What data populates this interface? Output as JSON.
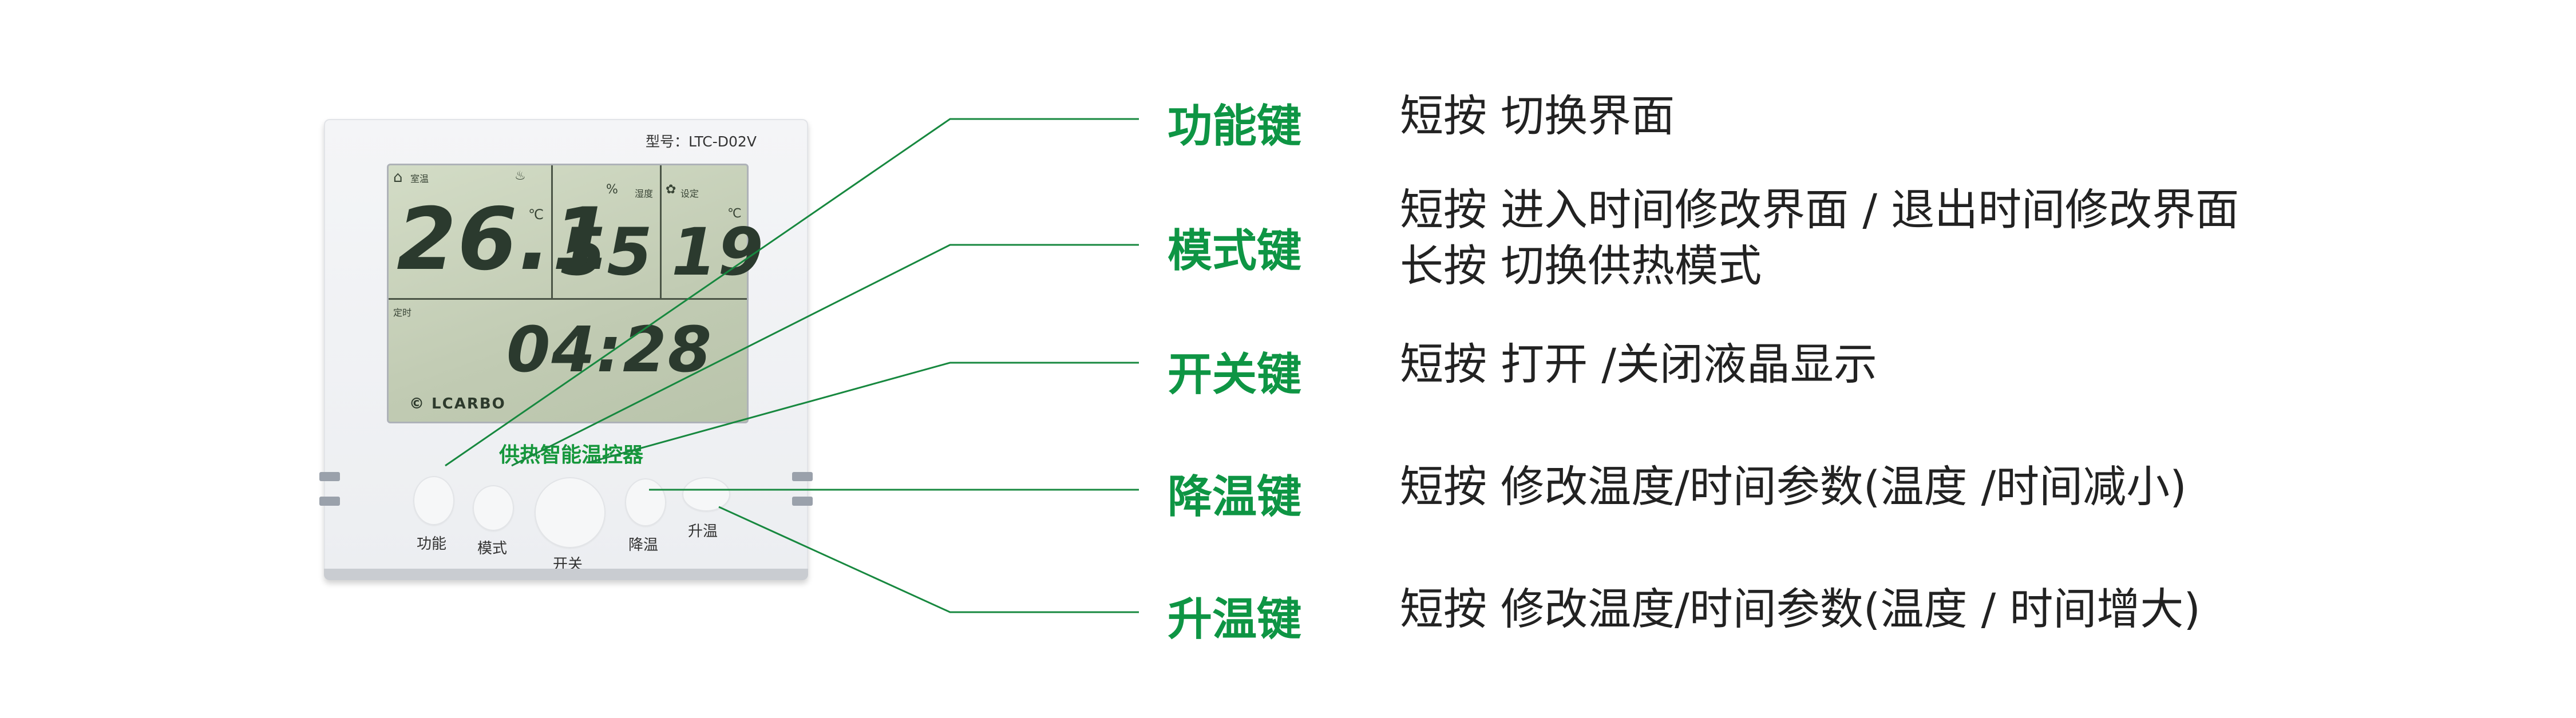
{
  "device": {
    "model": "型号：LTC-D02V",
    "brand": "© LCARBO",
    "product_name": "供热智能温控器",
    "lcd": {
      "room_temp_label": "室温",
      "room_temp": "26.1",
      "temp_unit": "℃",
      "humidity_label": "湿度",
      "humidity": "55",
      "humidity_unit": "%",
      "set_label": "设定",
      "set_temp": "19",
      "time_label": "定时",
      "time": "04:28"
    },
    "buttons": [
      {
        "label": "功能"
      },
      {
        "label": "模式"
      },
      {
        "label": "开关"
      },
      {
        "label": "降温"
      },
      {
        "label": "升温"
      }
    ]
  },
  "keys": [
    {
      "name": "功能键",
      "desc": [
        "短按 切换界面"
      ]
    },
    {
      "name": "模式键",
      "desc": [
        "短按 进入时间修改界面 / 退出时间修改界面",
        "长按 切换供热模式"
      ]
    },
    {
      "name": "开关键",
      "desc": [
        "短按 打开 /关闭液晶显示"
      ]
    },
    {
      "name": "降温键",
      "desc": [
        "短按 修改温度/时间参数(温度 /时间减小)"
      ]
    },
    {
      "name": "升温键",
      "desc": [
        "短按 修改温度/时间参数(温度 / 时间增大)"
      ]
    }
  ],
  "colors": {
    "accent": "#0e9544",
    "lcd": "#c6d0b8"
  }
}
